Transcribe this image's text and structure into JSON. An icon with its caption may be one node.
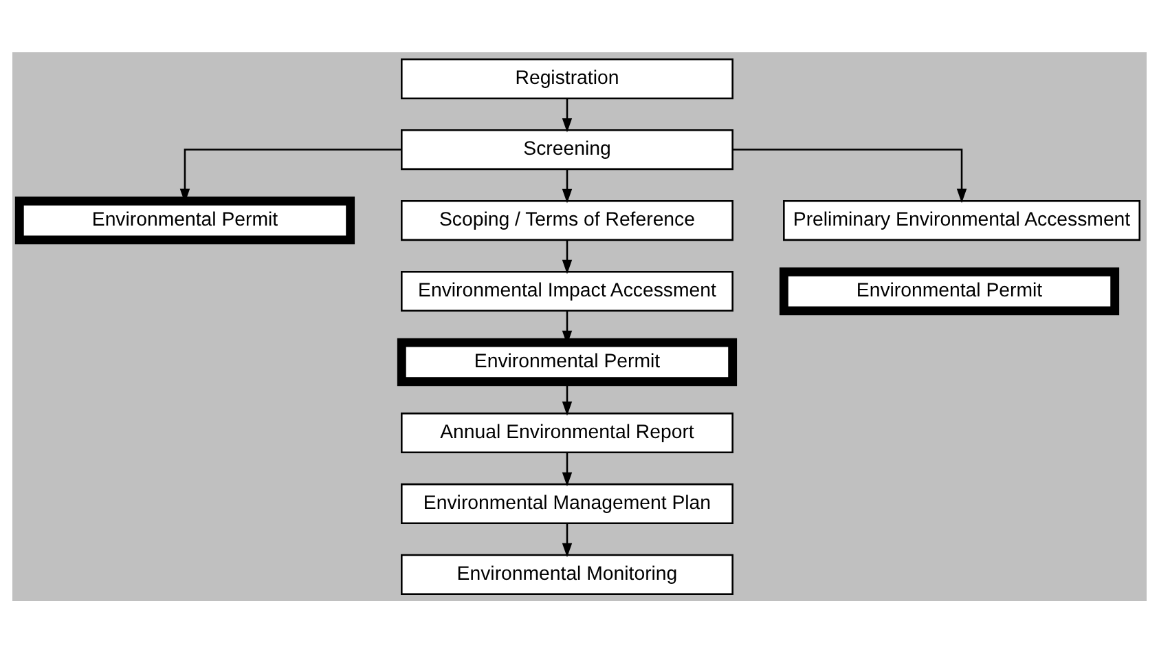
{
  "diagram": {
    "nodes": [
      {
        "text": [
          "Registration"
        ]
      },
      {
        "text": [
          "Screening"
        ]
      },
      {
        "text": [
          "Environmental Permit"
        ]
      },
      {
        "text": [
          "Scoping / Terms of Reference"
        ]
      },
      {
        "text": [
          "Preliminary Environmental Accessment"
        ]
      },
      {
        "text": [
          "Environmental Impact Accessment"
        ]
      },
      {
        "text": [
          "Environmental Permit"
        ]
      },
      {
        "text": [
          "Environmental Permit"
        ]
      },
      {
        "text": [
          "Annual Environmental Report"
        ]
      },
      {
        "text": [
          "Environmental Management Plan"
        ]
      },
      {
        "text": [
          "Environmental Monitoring"
        ]
      }
    ],
    "edges": [
      {
        "from": 0,
        "to": 1,
        "arrow": "to"
      },
      {
        "from": 1,
        "to": 2,
        "arrow": "to"
      },
      {
        "from": 1,
        "to": 3,
        "arrow": "to"
      },
      {
        "from": 1,
        "to": 4,
        "arrow": "to"
      },
      {
        "from": 3,
        "to": 5,
        "arrow": "to"
      },
      {
        "from": 5,
        "to": 7,
        "arrow": "to"
      },
      {
        "from": 7,
        "to": 8,
        "arrow": "to"
      },
      {
        "from": 8,
        "to": 9,
        "arrow": "to"
      },
      {
        "from": 9,
        "to": 10,
        "arrow": "to"
      }
    ]
  }
}
